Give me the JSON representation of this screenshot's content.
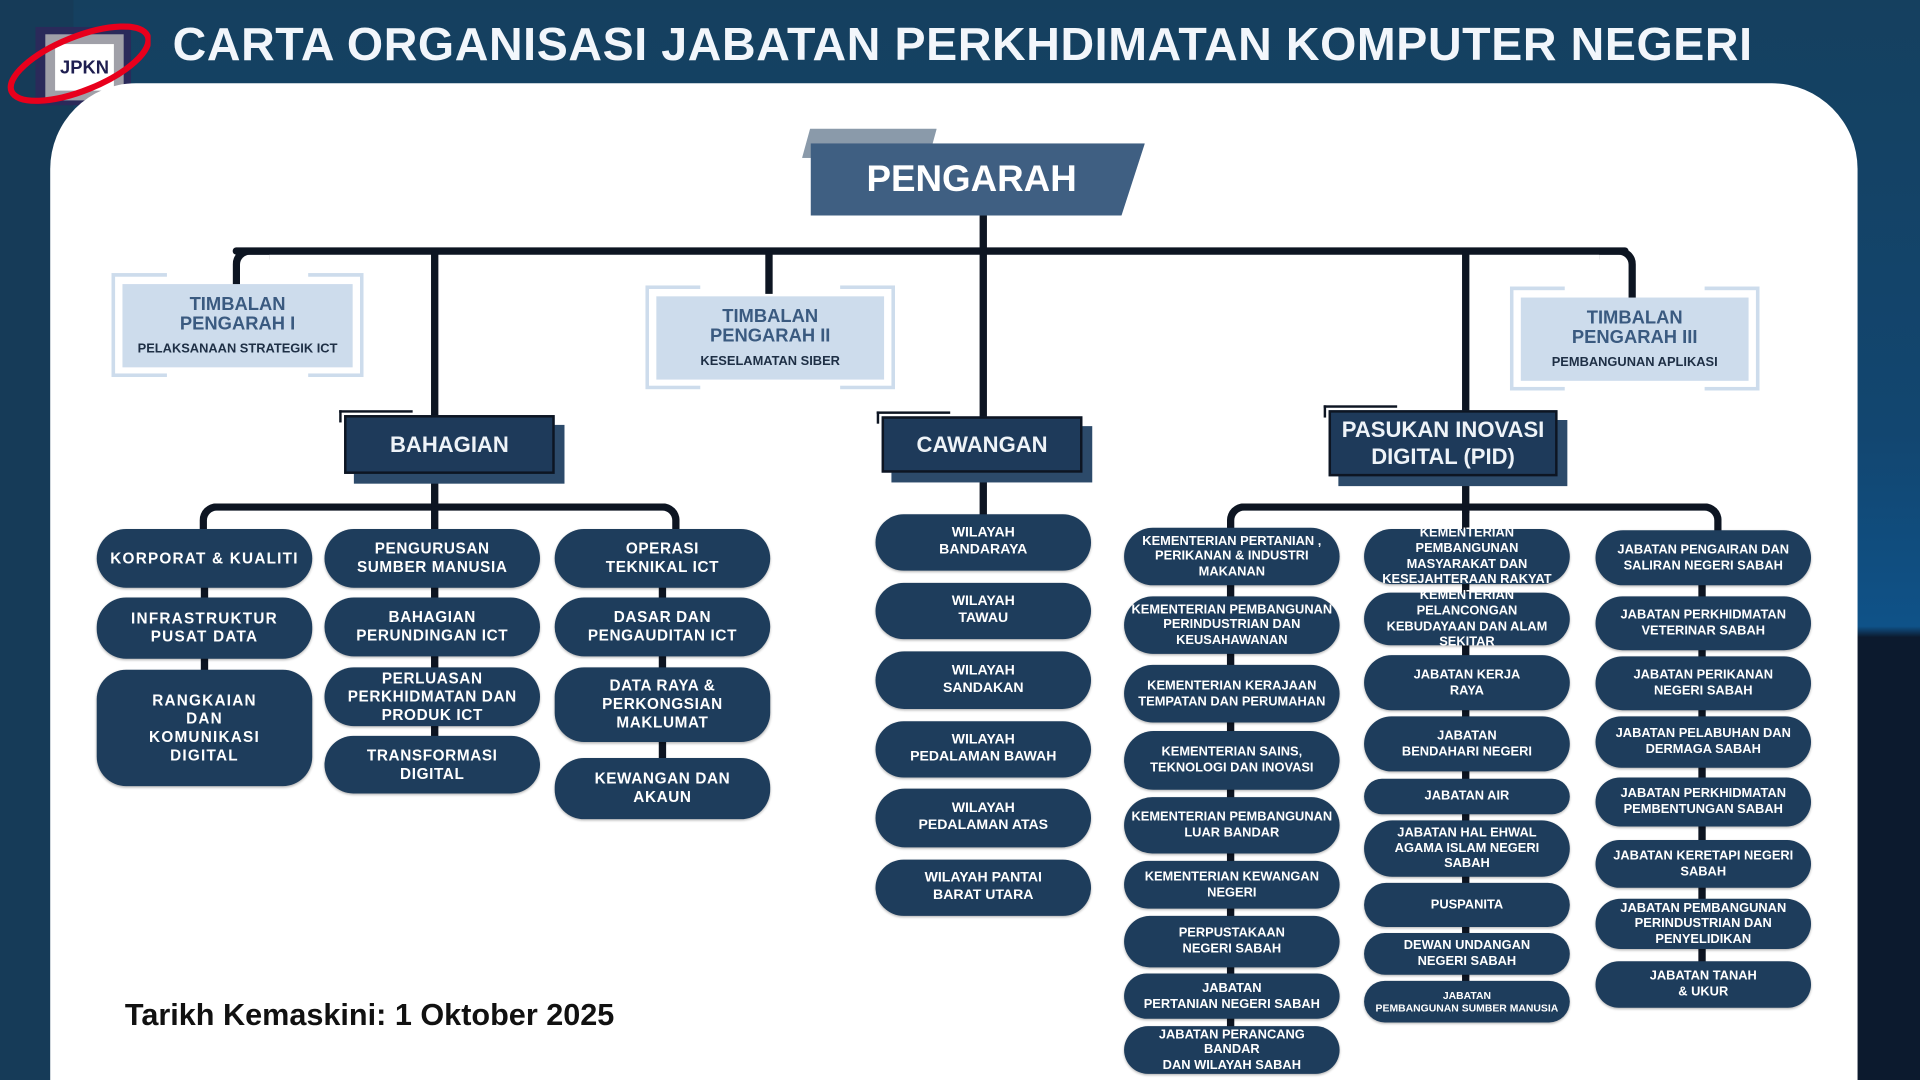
{
  "header": {
    "title": "CARTA ORGANISASI JABATAN PERKHDIMATAN KOMPUTER NEGERI",
    "logo_text": "JPKN"
  },
  "colors": {
    "pill": "#1e3d5c",
    "director": "#3f5f82",
    "deputy_box": "#cddcec",
    "line": "#0d1522"
  },
  "director": {
    "label": "PENGARAH"
  },
  "deputies": [
    {
      "title": "TIMBALAN\nPENGARAH I",
      "subtitle": "PELAKSANAAN STRATEGIK ICT"
    },
    {
      "title": "TIMBALAN\nPENGARAH II",
      "subtitle": "KESELAMATAN SIBER"
    },
    {
      "title": "TIMBALAN\nPENGARAH III",
      "subtitle": "PEMBANGUNAN APLIKASI"
    }
  ],
  "bahagian": {
    "label": "BAHAGIAN",
    "columns": [
      [
        "KORPORAT & KUALITI",
        "INFRASTRUKTUR\nPUSAT DATA",
        "RANGKAIAN\nDAN\nKOMUNIKASI\nDIGITAL"
      ],
      [
        "PENGURUSAN\nSUMBER MANUSIA",
        "BAHAGIAN\nPERUNDINGAN ICT",
        "PERLUASAN\nPERKHIDMATAN DAN\nPRODUK ICT",
        "TRANSFORMASI\nDIGITAL"
      ],
      [
        "OPERASI\nTEKNIKAL ICT",
        "DASAR DAN\nPENGAUDITAN ICT",
        "DATA RAYA &\nPERKONGSIAN\nMAKLUMAT",
        "KEWANGAN DAN\nAKAUN"
      ]
    ]
  },
  "cawangan": {
    "label": "CAWANGAN",
    "items": [
      "WILAYAH\nBANDARAYA",
      "WILAYAH\nTAWAU",
      "WILAYAH\nSANDAKAN",
      "WILAYAH\nPEDALAMAN BAWAH",
      "WILAYAH\nPEDALAMAN ATAS",
      "WILAYAH PANTAI\nBARAT UTARA"
    ]
  },
  "pid": {
    "label": "PASUKAN INOVASI\nDIGITAL (PID)",
    "columns": [
      [
        "KEMENTERIAN PERTANIAN ,\nPERIKANAN & INDUSTRI\nMAKANAN",
        "KEMENTERIAN PEMBANGUNAN\nPERINDUSTRIAN DAN\nKEUSAHAWANAN",
        "KEMENTERIAN KERAJAAN\nTEMPATAN DAN PERUMAHAN",
        "KEMENTERIAN SAINS,\nTEKNOLOGI DAN INOVASI",
        "KEMENTERIAN PEMBANGUNAN\nLUAR BANDAR",
        "KEMENTERIAN KEWANGAN\nNEGERI",
        "PERPUSTAKAAN\nNEGERI SABAH",
        "JABATAN\nPERTANIAN NEGERI SABAH",
        "JABATAN PERANCANG BANDAR\nDAN WILAYAH SABAH"
      ],
      [
        "KEMENTERIAN PEMBANGUNAN\nMASYARAKAT DAN\nKESEJAHTERAAN RAKYAT",
        "KEMENTERIAN PELANCONGAN\nKEBUDAYAAN DAN ALAM\nSEKITAR",
        "JABATAN KERJA\nRAYA",
        "JABATAN\nBENDAHARI NEGERI",
        "JABATAN AIR",
        "JABATAN HAL EHWAL\nAGAMA ISLAM NEGERI\nSABAH",
        "PUSPANITA",
        "DEWAN UNDANGAN\nNEGERI SABAH",
        "JABATAN\nPEMBANGUNAN SUMBER MANUSIA"
      ],
      [
        "JABATAN PENGAIRAN DAN\nSALIRAN NEGERI SABAH",
        "JABATAN PERKHIDMATAN\nVETERINAR SABAH",
        "JABATAN PERIKANAN\nNEGERI SABAH",
        "JABATAN PELABUHAN DAN\nDERMAGA SABAH",
        "JABATAN PERKHIDMATAN\nPEMBENTUNGAN  SABAH",
        "JABATAN KERETAPI NEGERI\nSABAH",
        "JABATAN PEMBANGUNAN\nPERINDUSTRIAN DAN\nPENYELIDIKAN",
        "JABATAN TANAH\n& UKUR"
      ]
    ]
  },
  "footer": {
    "updated": "Tarikh Kemaskini: 1 Oktober 2025"
  }
}
